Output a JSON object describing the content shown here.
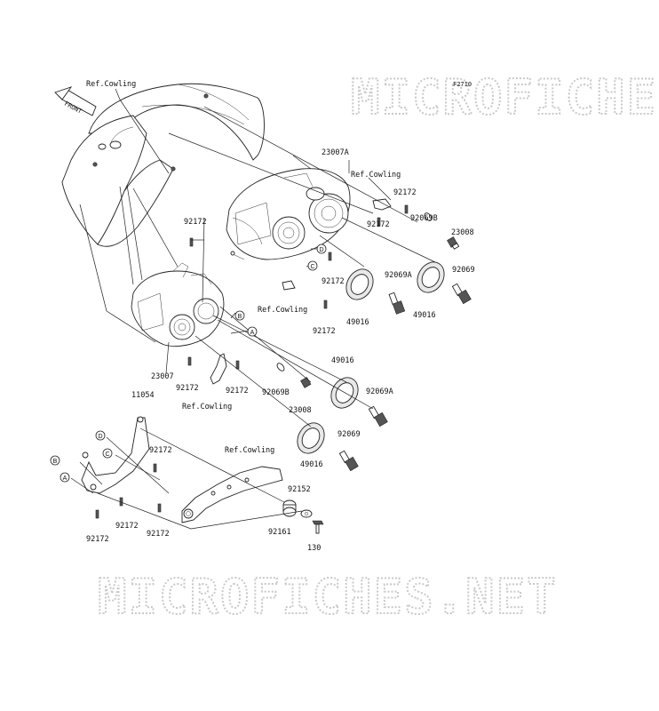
{
  "figure_code": "F2710",
  "front_label": "FRONT",
  "watermarks": [
    "MICROFICHES.NET",
    "MICROFICHES.NET"
  ],
  "ref_labels": {
    "cowling_top": "Ref.Cowling",
    "cowling_right": "Ref.Cowling",
    "cowling_mid": "Ref.Cowling",
    "cowling_lower": "Ref.Cowling",
    "cowling_bracket": "Ref.Cowling"
  },
  "parts": {
    "p23007A": "23007A",
    "p23007": "23007",
    "p11054": "11054",
    "p92172_a": "92172",
    "p92172_b": "92172",
    "p92172_c": "92172",
    "p92172_d": "92172",
    "p92172_e": "92172",
    "p92172_f": "92172",
    "p92172_g": "92172",
    "p92172_h": "92172",
    "p92172_i": "92172",
    "p92172_j": "92172",
    "p92172_k": "92172",
    "p92069B_a": "92069B",
    "p92069B_b": "92069B",
    "p92069A_a": "92069A",
    "p92069A_b": "92069A",
    "p92069_a": "92069",
    "p92069_b": "92069",
    "p23008_a": "23008",
    "p23008_b": "23008",
    "p49016_a": "49016",
    "p49016_b": "49016",
    "p49016_c": "49016",
    "p49016_d": "49016",
    "p92152": "92152",
    "p92161": "92161",
    "p130": "130"
  },
  "callouts": {
    "A1": "A",
    "B1": "B",
    "C1": "C",
    "D1": "D",
    "A2": "A",
    "B2": "B",
    "C2": "C",
    "D2": "D"
  }
}
